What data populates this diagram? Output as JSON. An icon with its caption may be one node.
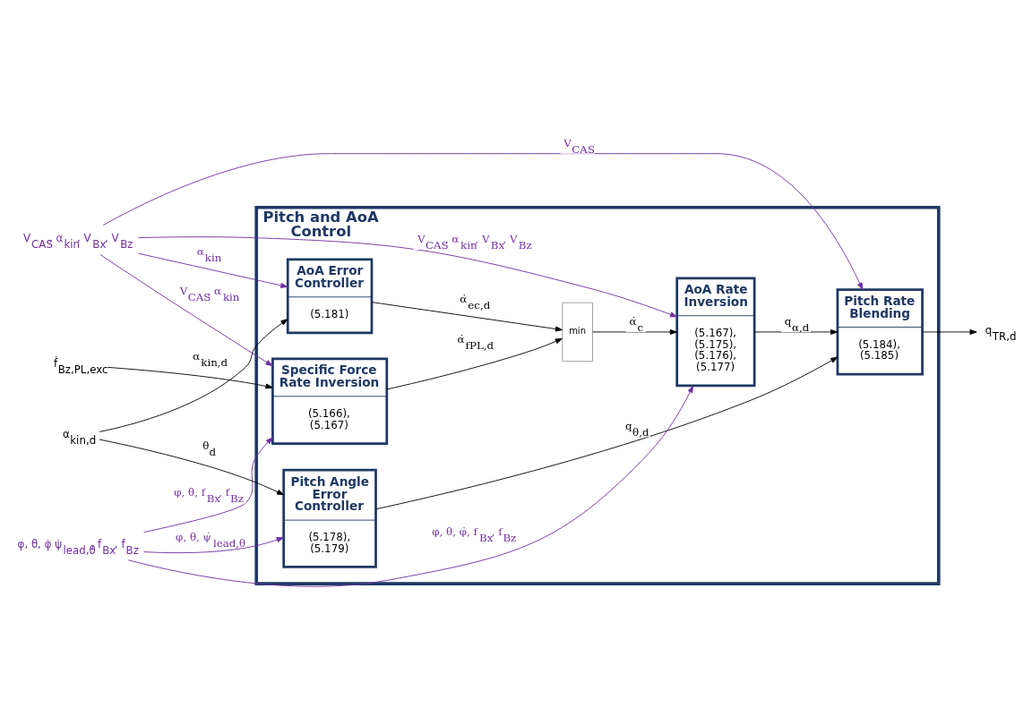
{
  "diagram": {
    "nodes": [
      {
        "text": [
          "Pitch and AoA Control"
        ]
      },
      {
        "text": [
          "Pitch Angle Error Controller",
          "(5.178), (5.179)"
        ],
        "in": 0
      },
      {
        "text": [
          "AoA Error Controller",
          "(5.181)"
        ],
        "in": 0
      },
      {
        "text": [
          "Specific Force Rate Inversion",
          "(5.166), (5.167)"
        ],
        "in": 0
      },
      {
        "text": [
          "min"
        ],
        "in": 0
      },
      {
        "text": [
          "AoA Rate Inversion",
          "(5.167), (5.175), (5.176), (5.177)"
        ],
        "in": 0
      },
      {
        "text": [
          "Pitch Rate Blending",
          "(5.184), (5.185)"
        ],
        "in": 0
      },
      {
        "text": [
          "V$_{CAS}$, α$_{kin}$, V$_{Bx}$, V$_{Bz}$"
        ]
      },
      {
        "text": [
          "φ, θ, φ̇ ψ̇$_{lead,θ}$, f$_{Bx}$, f$_{Bz}$"
        ]
      },
      {
        "text": [
          "α$_{kin,d}$"
        ]
      },
      {
        "text": [
          "ḟ$_{Bz,PL,exc}$"
        ]
      },
      {
        "text": [
          "q$_{TR,d}$"
        ]
      }
    ],
    "edges": [
      {
        "from": 7,
        "to": 6,
        "arrow": "to",
        "label": "V$_{CAS}$",
        "color": "#7030a0"
      },
      {
        "from": 7,
        "to": 5,
        "arrow": "to",
        "label": "V$_{CAS}$, α$_{kin}$, V$_{Bx}$, V$_{Bz}$",
        "color": "#7030a0"
      },
      {
        "from": 7,
        "to": 2,
        "arrow": "to",
        "label": "α$_{kin}$",
        "color": "#7030a0"
      },
      {
        "from": 7,
        "to": 3,
        "arrow": "to",
        "label": "V$_{CAS}$, α$_{kin}$",
        "color": "#7030a0"
      },
      {
        "from": 8,
        "to": 1,
        "arrow": "to",
        "label": "φ, θ, ψ̇$_{lead,θ}$",
        "color": "#7030a0"
      },
      {
        "from": 8,
        "to": 5,
        "arrow": "to",
        "label": "φ, θ, φ̇, f$_{Bx}$, f$_{Bz}$",
        "color": "#7030a0"
      },
      {
        "from": 8,
        "to": 3,
        "arrow": "to",
        "label": "φ, θ, f$_{Bx}$, f$_{Bz}$",
        "color": "#7030a0"
      },
      {
        "from": 9,
        "to": 1,
        "arrow": "to",
        "label": "θ$_{d}$"
      },
      {
        "from": 9,
        "to": 2,
        "arrow": "to",
        "label": "α$_{kin,d}$"
      },
      {
        "from": 1,
        "to": 6,
        "arrow": "to",
        "label": "q$_{θ,d}$"
      },
      {
        "from": 2,
        "to": 4,
        "arrow": "to",
        "label": "α̇$_{ec,d}$"
      },
      {
        "from": 3,
        "to": 4,
        "arrow": "to",
        "label": "α̇$_{fPL,d}$"
      },
      {
        "from": 4,
        "to": 5,
        "arrow": "to",
        "label": "α̇$_{c}$"
      },
      {
        "from": 5,
        "to": 6,
        "arrow": "to",
        "label": "q$_{α,d}$"
      },
      {
        "from": 6,
        "to": 11,
        "arrow": "to"
      },
      {
        "from": 10,
        "to": 3,
        "arrow": "to"
      }
    ]
  }
}
